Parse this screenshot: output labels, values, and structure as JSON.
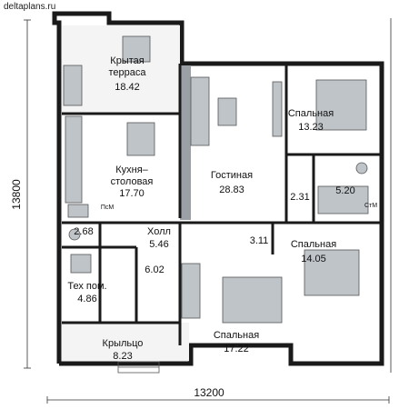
{
  "watermark": "deltaplans.ru",
  "dimensions": {
    "width": "13200",
    "depth": "13800"
  },
  "rooms": [
    {
      "name": "Крытая терраса",
      "line1": "Крытая",
      "line2": "терраса",
      "area": "18.42"
    },
    {
      "name": "Гостиная",
      "line1": "Гостиная",
      "line2": "",
      "area": "28.83"
    },
    {
      "name": "Спальная",
      "line1": "Спальная",
      "line2": "",
      "area": "13.23"
    },
    {
      "name": "Кухня-столовая",
      "line1": "Кухня–",
      "line2": "столовая",
      "area": "17.70"
    },
    {
      "name": "Холл",
      "line1": "Холл",
      "line2": "",
      "area": "5.46"
    },
    {
      "name": "Тех пом.",
      "line1": "Тех пом.",
      "line2": "",
      "area": "4.86"
    },
    {
      "name": "Спальная",
      "line1": "Спальная",
      "line2": "",
      "area": "14.05"
    },
    {
      "name": "Спальная",
      "line1": "Спальная",
      "line2": "",
      "area": "17.22"
    },
    {
      "name": "Крыльцо",
      "line1": "Крыльцо",
      "line2": "",
      "area": "8.23"
    }
  ],
  "small_areas": [
    "2.68",
    "6.02",
    "3.11",
    "2.31",
    "5.20"
  ],
  "appliance_labels": {
    "dishwasher": "ПсМ",
    "washer": "СтМ"
  }
}
